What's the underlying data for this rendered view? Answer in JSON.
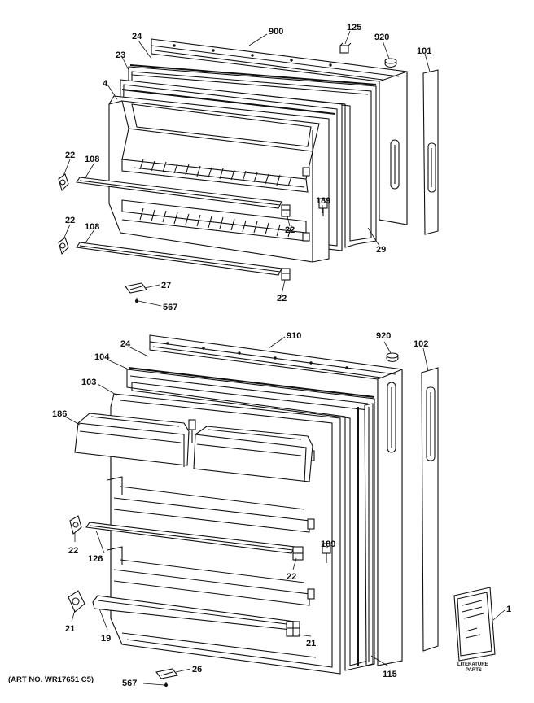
{
  "callouts": {
    "c900": "900",
    "c125": "125",
    "c920a": "920",
    "c101": "101",
    "c24a": "24",
    "c23": "23",
    "c4": "4",
    "c22a": "22",
    "c108a": "108",
    "c22b": "22",
    "c108b": "108",
    "c189a": "189",
    "c22c": "22",
    "c29": "29",
    "c27": "27",
    "c567a": "567",
    "c22d": "22",
    "c910": "910",
    "c920b": "920",
    "c102": "102",
    "c24b": "24",
    "c104": "104",
    "c103": "103",
    "c186": "186",
    "c22e": "22",
    "c126": "126",
    "c189b": "189",
    "c22f": "22",
    "c21a": "21",
    "c19": "19",
    "c21b": "21",
    "c1": "1",
    "c115": "115",
    "c26": "26",
    "c567b": "567"
  },
  "literature_label": [
    "LITERATURE",
    "PARTS"
  ],
  "art_no": "(ART NO. WR17651 C5)"
}
